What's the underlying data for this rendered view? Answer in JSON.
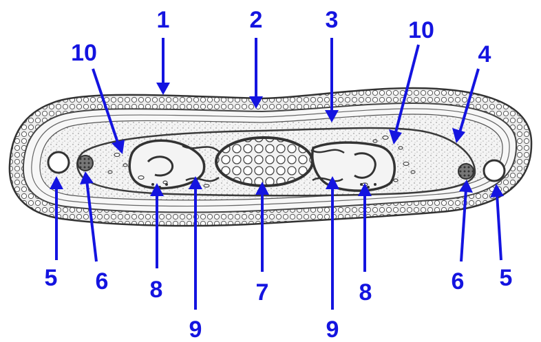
{
  "colors": {
    "label": "#1414e0",
    "ink": "#3a3a3a",
    "tissue_fill": "#e9e9e9",
    "background": "#ffffff"
  },
  "labels": {
    "l1": "1",
    "l2": "2",
    "l3": "3",
    "l4": "4",
    "l5a": "5",
    "l5b": "5",
    "l6a": "6",
    "l6b": "6",
    "l7": "7",
    "l8a": "8",
    "l8b": "8",
    "l9a": "9",
    "l9b": "9",
    "l10a": "10",
    "l10b": "10"
  }
}
